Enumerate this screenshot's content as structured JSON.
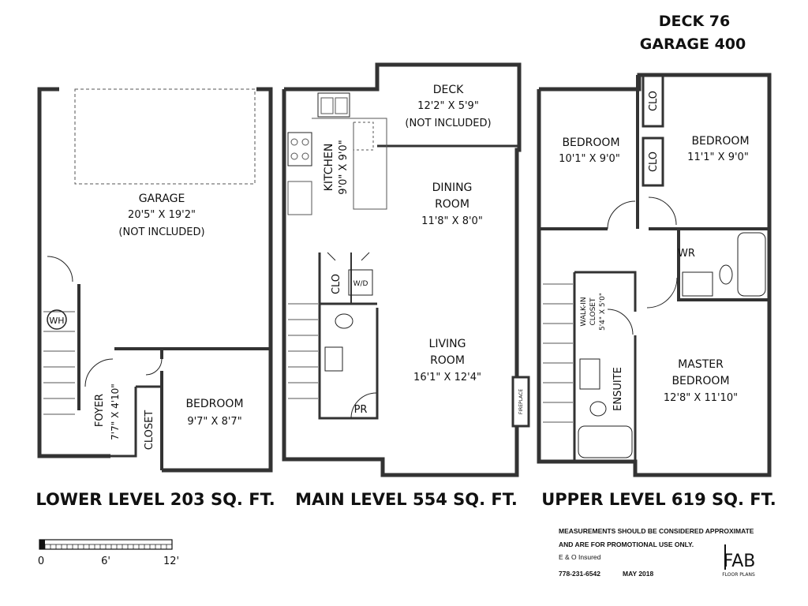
{
  "header": {
    "deck": "DECK 76",
    "garage": "GARAGE 400"
  },
  "rooms": {
    "garage": {
      "name": "GARAGE",
      "dim": "20'5\" X 19'2\"",
      "note": "(NOT INCLUDED)"
    },
    "wh": "WH",
    "foyer": {
      "name": "FOYER",
      "dim": "7'7\" X 4'10\""
    },
    "closet_lower": "CLOSET",
    "bedroom_lower": {
      "name": "BEDROOM",
      "dim": "9'7\" X 8'7\""
    },
    "deck": {
      "name": "DECK",
      "dim": "12'2\" X 5'9\"",
      "note": "(NOT INCLUDED)"
    },
    "kitchen": {
      "name": "KITCHEN",
      "dim": "9'0\" X 9'0\""
    },
    "dining": {
      "name1": "DINING",
      "name2": "ROOM",
      "dim": "11'8\" X 8'0\""
    },
    "clo_main": "CLO",
    "wd": "W/D",
    "living": {
      "name1": "LIVING",
      "name2": "ROOM",
      "dim": "16'1\" X 12'4\""
    },
    "pr": "PR",
    "fireplace": "FIREPLACE",
    "bedroom_up_left": {
      "name": "BEDROOM",
      "dim": "10'1\" X 9'0\""
    },
    "bedroom_up_right": {
      "name": "BEDROOM",
      "dim": "11'1\" X 9'0\""
    },
    "clo_up_1": "CLO",
    "clo_up_2": "CLO",
    "wr": "WR",
    "walkin": {
      "name1": "WALK-IN",
      "name2": "CLOSET",
      "dim": "5'4\" X 5'0\""
    },
    "ensuite": "ENSUITE",
    "master": {
      "name1": "MASTER",
      "name2": "BEDROOM",
      "dim": "12'8\" X 11'10\""
    }
  },
  "levels": {
    "lower": "LOWER LEVEL 203 SQ. FT.",
    "main": "MAIN LEVEL 554 SQ. FT.",
    "upper": "UPPER LEVEL 619 SQ. FT."
  },
  "scale": {
    "t0": "0",
    "t6": "6'",
    "t12": "12'"
  },
  "disclaimer": {
    "line1": "MEASUREMENTS SHOULD BE CONSIDERED APPROXIMATE",
    "line2": "AND ARE FOR PROMOTIONAL USE ONLY.",
    "line3": "E & O Insured",
    "phone": "778-231-6542",
    "date": "MAY 2018"
  },
  "logo": {
    "mark": "FAB",
    "sub": "FLOOR PLANS"
  }
}
